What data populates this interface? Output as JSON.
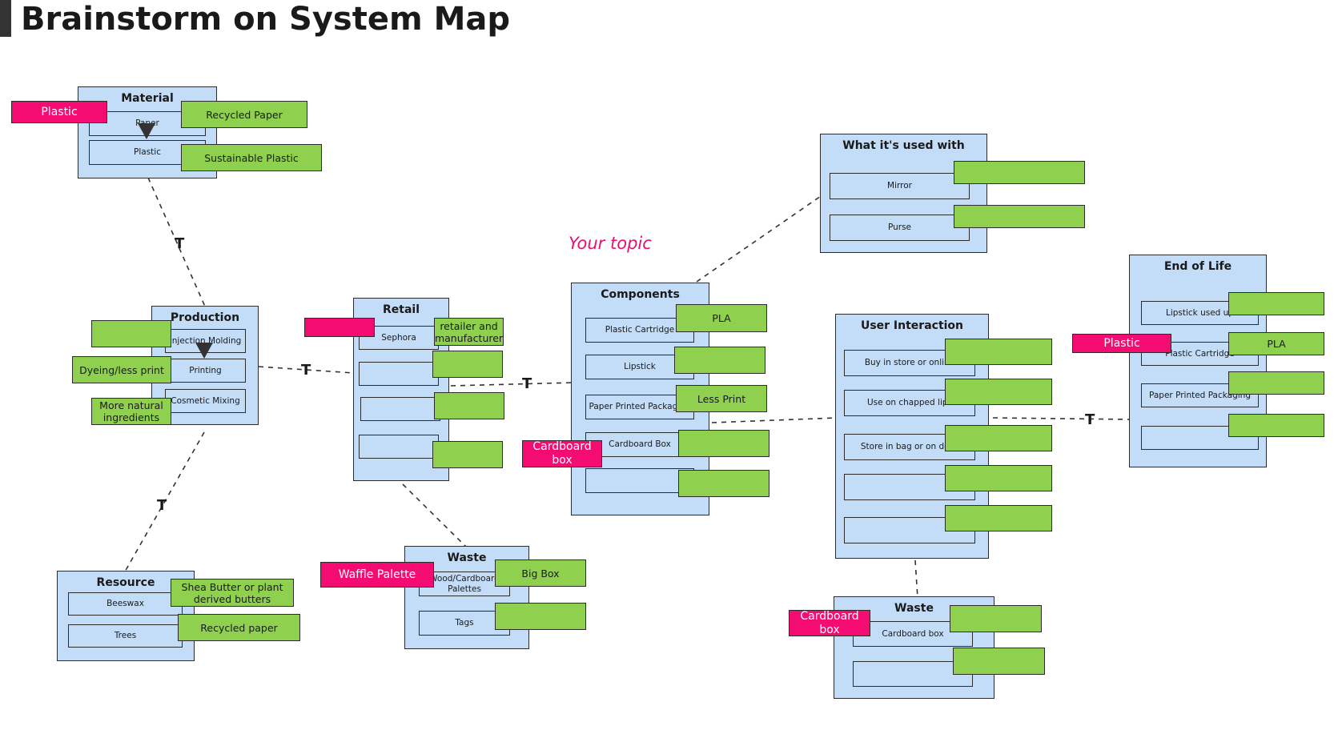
{
  "title": "Brainstorm on System Map",
  "topic_label": "Your topic",
  "connector_label": "T",
  "colors": {
    "panel": "#c3dcf7",
    "green_note": "#8fd14f",
    "pink_note": "#f40c73",
    "topic": "#e3136f"
  },
  "material": {
    "title": "Material",
    "items": [
      "Paper",
      "Plastic"
    ],
    "notes": [
      "Plastic",
      "Recycled Paper",
      "Sustainable Plastic"
    ]
  },
  "production": {
    "title": "Production",
    "items": [
      "Injection Molding",
      "Printing",
      "Cosmetic Mixing"
    ],
    "notes": [
      "",
      "Dyeing/less print",
      "More natural ingredients"
    ]
  },
  "resource": {
    "title": "Resource",
    "items": [
      "Beeswax",
      "Trees"
    ],
    "notes": [
      "Shea Butter or plant derived butters",
      "Recycled paper"
    ]
  },
  "retail": {
    "title": "Retail",
    "items": [
      "Sephora",
      "",
      "",
      ""
    ],
    "notes": [
      "",
      "retailer and manufacturer",
      "",
      "",
      ""
    ]
  },
  "waste_retail": {
    "title": "Waste",
    "items": [
      "Wood/Cardboard Palettes",
      "Tags"
    ],
    "notes": [
      "Waffle Palette",
      "Big Box",
      ""
    ]
  },
  "components": {
    "title": "Components",
    "items": [
      "Plastic Cartridge",
      "Lipstick",
      "Paper Printed Packaging",
      "Cardboard Box",
      ""
    ],
    "notes": [
      "PLA",
      "",
      "Less Print",
      "",
      "",
      "Cardboard box"
    ]
  },
  "used_with": {
    "title": "What it's used with",
    "items": [
      "Mirror",
      "Purse"
    ],
    "notes": [
      "",
      ""
    ]
  },
  "user_interaction": {
    "title": "User Interaction",
    "items": [
      "Buy in store or online",
      "Use on chapped lips",
      "Store in bag or on desk",
      "",
      ""
    ],
    "notes": [
      "",
      "",
      "",
      "",
      ""
    ]
  },
  "waste_user": {
    "title": "Waste",
    "items": [
      "Cardboard box",
      ""
    ],
    "notes": [
      "Cardboard box",
      "",
      ""
    ]
  },
  "end_of_life": {
    "title": "End of Life",
    "items": [
      "Lipstick used up",
      "Plastic Cartridge",
      "Paper Printed Packaging",
      ""
    ],
    "notes": [
      "",
      "Plastic",
      "PLA",
      "",
      ""
    ]
  }
}
